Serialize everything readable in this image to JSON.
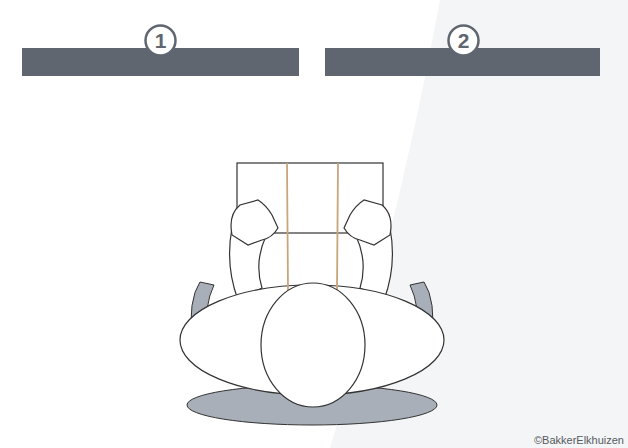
{
  "diagram": {
    "nodes": [
      {
        "text": [
          "1"
        ]
      },
      {
        "text": [
          "2"
        ]
      }
    ],
    "labels": [
      "©BakkerElkhuizen"
    ]
  }
}
